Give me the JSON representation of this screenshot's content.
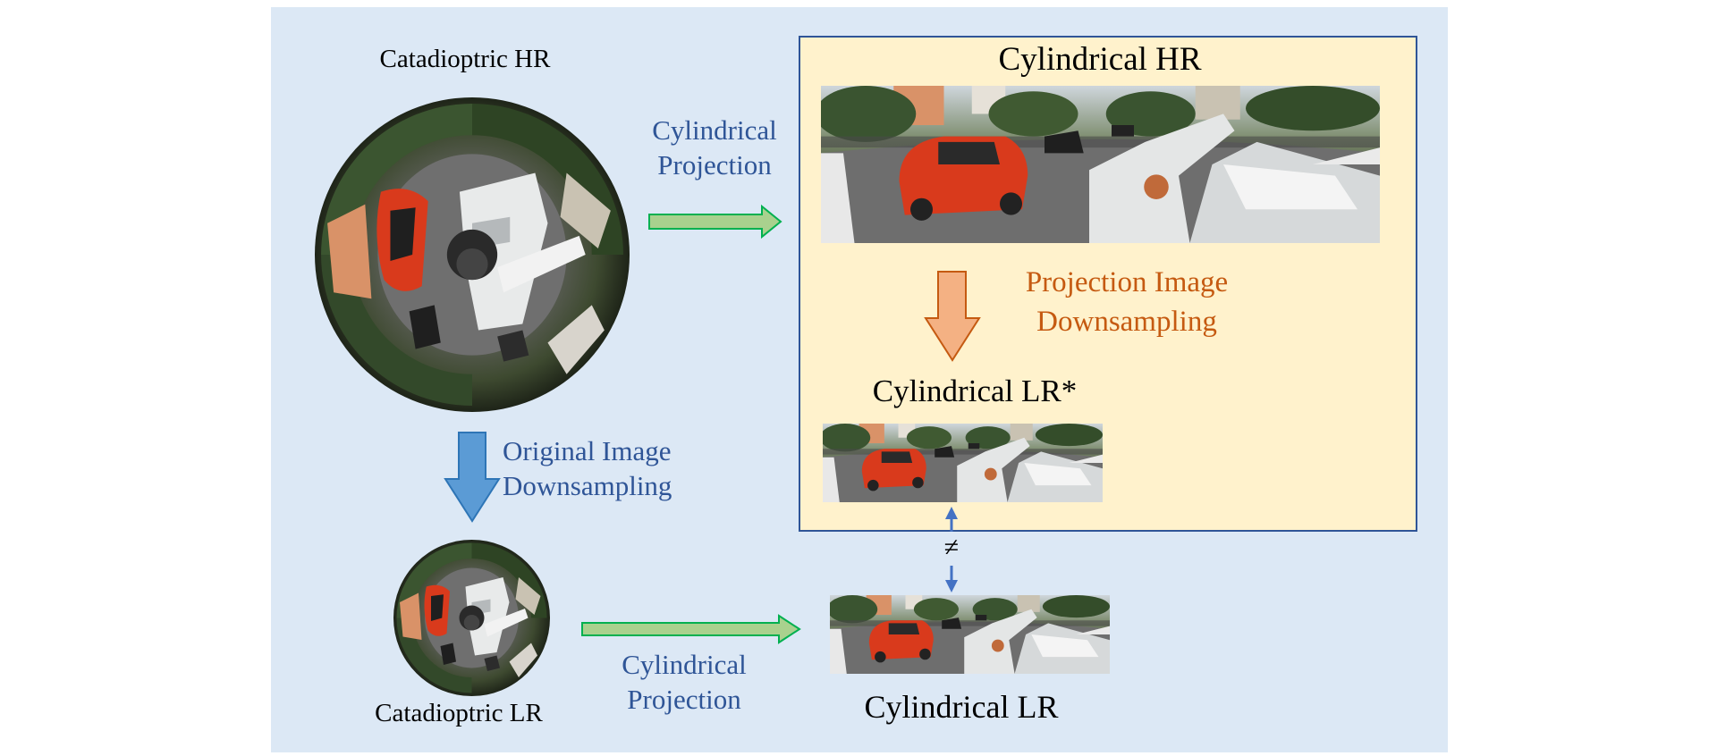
{
  "labels": {
    "catadioptric_hr": "Catadioptric HR",
    "catadioptric_lr": "Catadioptric LR",
    "cylindrical_hr": "Cylindrical HR",
    "cylindrical_lr_star": "Cylindrical LR*",
    "cylindrical_lr": "Cylindrical LR",
    "projection_top_line1": "Cylindrical",
    "projection_top_line2": "Projection",
    "projection_bottom_line1": "Cylindrical",
    "projection_bottom_line2": "Projection",
    "orig_down_line1": "Original Image",
    "orig_down_line2": "Downsampling",
    "proj_down_line1": "Projection Image",
    "proj_down_line2": "Downsampling",
    "not_equal": "≠"
  },
  "colors": {
    "panel_bg": "#dce8f5",
    "box_bg": "#fff2cc",
    "box_border": "#2f5597",
    "blue_text": "#2f5597",
    "orange_text": "#c55a11",
    "green_arrow": "#a9d18e",
    "blue_arrow": "#5b9bd5",
    "orange_arrow": "#f4b183"
  }
}
